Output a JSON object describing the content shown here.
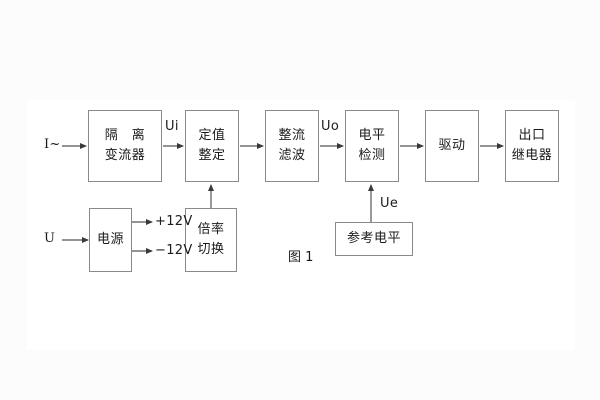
{
  "figure": {
    "caption": "图 1",
    "background": "#fcfcfc",
    "panel_color": "#ffffff",
    "line_color": "#555555",
    "box_border_color": "#8a8a8a",
    "text_color": "#1b1b1b"
  },
  "inputs": {
    "current": "I~",
    "voltage": "U"
  },
  "blocks": {
    "isolation": {
      "line1": "隔　离",
      "line2": "变流器"
    },
    "setting": {
      "line1": "定值",
      "line2": "整定"
    },
    "rectify": {
      "line1": "整流",
      "line2": "滤波"
    },
    "level_detect": {
      "line1": "电平",
      "line2": "检测"
    },
    "drive": {
      "line1": "驱动",
      "line2": ""
    },
    "output_relay": {
      "line1": "出口",
      "line2": "继电器"
    },
    "power_supply": {
      "line1": "电源",
      "line2": ""
    },
    "ratio_switch": {
      "line1": "倍率",
      "line2": "切换"
    },
    "reference_level": {
      "line1": "参考电平",
      "line2": ""
    }
  },
  "signals": {
    "ui": "Ui",
    "uo": "Uo",
    "ue": "Ue",
    "rail_positive": "+12V",
    "rail_negative": "−12V"
  }
}
